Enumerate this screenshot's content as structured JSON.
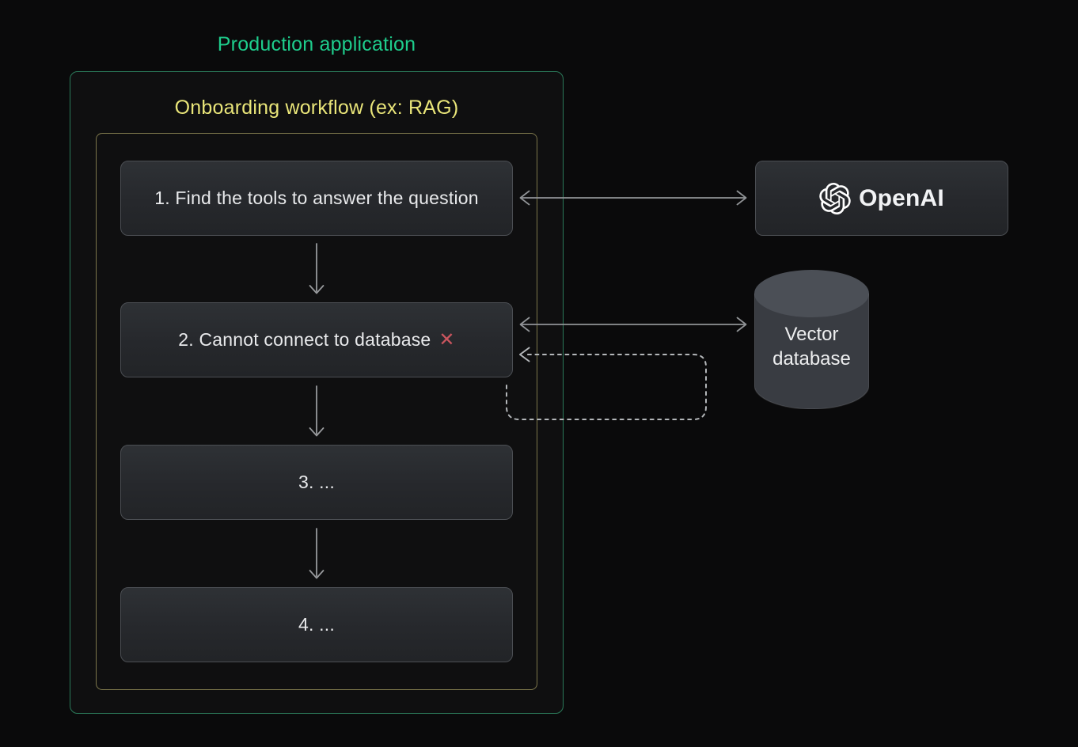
{
  "titles": {
    "outer": "Production application",
    "inner": "Onboarding workflow (ex: RAG)"
  },
  "steps": [
    {
      "label": "1. Find the tools to answer the question"
    },
    {
      "label": "2. Cannot connect to database",
      "error_icon": "✕"
    },
    {
      "label": "3. ..."
    },
    {
      "label": "4. ..."
    }
  ],
  "services": {
    "openai_label": "OpenAI",
    "vector_db_line1": "Vector",
    "vector_db_line2": "database"
  },
  "icons": {
    "openai_logo": "openai-logo-icon",
    "error_x": "error-x-icon",
    "vector_db": "database-cylinder"
  },
  "colors": {
    "accent_green": "#1ecd8c",
    "accent_yellow": "#e9e579",
    "border_green": "#2b7a5a",
    "border_yellow": "#7c764b",
    "error_red": "#c9555e",
    "arrow_gray": "#909396",
    "dashed_gray": "#b4b7ba"
  }
}
